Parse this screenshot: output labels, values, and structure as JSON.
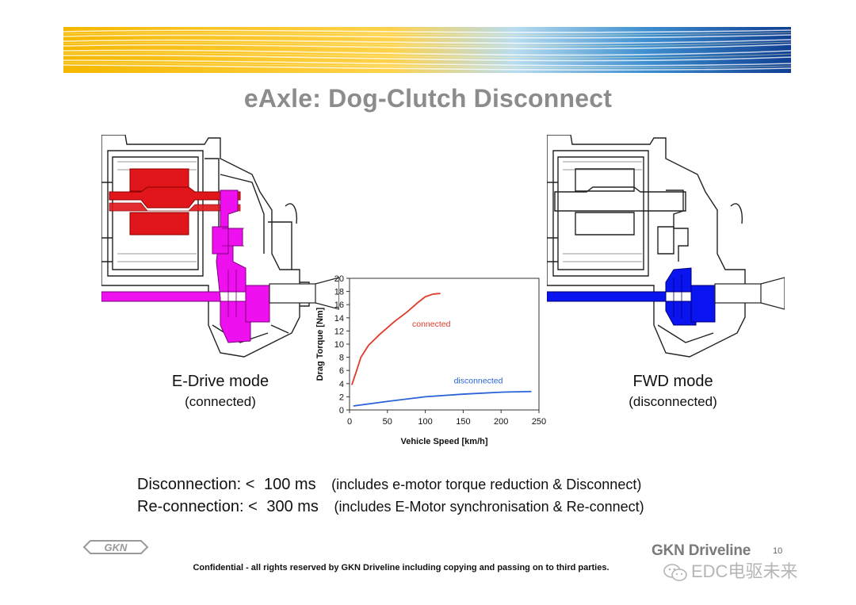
{
  "slide": {
    "title": "eAxle: Dog-Clutch Disconnect",
    "page_number": "10"
  },
  "left_panel": {
    "mode_title": "E-Drive mode",
    "mode_subtitle": "(connected)",
    "highlight_colors": {
      "motor": "#e0161a",
      "drivetrain": "#ee10ee"
    }
  },
  "right_panel": {
    "mode_title": "FWD mode",
    "mode_subtitle": "(disconnected)",
    "highlight_colors": {
      "drivetrain": "#0a14f0"
    }
  },
  "chart_data": {
    "type": "line",
    "xlabel": "Vehicle Speed [km/h]",
    "ylabel": "Drag Torque [Nm]",
    "xlim": [
      0,
      250
    ],
    "ylim": [
      0,
      20
    ],
    "xticks": [
      0,
      50,
      100,
      150,
      200,
      250
    ],
    "yticks": [
      0,
      2,
      4,
      6,
      8,
      10,
      12,
      14,
      16,
      18,
      20
    ],
    "grid": "horizontal",
    "series": [
      {
        "name": "connected",
        "color": "#e03a2a",
        "x": [
          3,
          8,
          15,
          25,
          40,
          60,
          75,
          90,
          100,
          110,
          120
        ],
        "y": [
          3.8,
          5.5,
          8.0,
          9.8,
          11.5,
          13.5,
          14.8,
          16.3,
          17.2,
          17.6,
          17.7
        ]
      },
      {
        "name": "disconnected",
        "color": "#2a62d8",
        "x": [
          5,
          50,
          100,
          150,
          200,
          240
        ],
        "y": [
          0.6,
          1.3,
          2.0,
          2.4,
          2.7,
          2.8
        ]
      }
    ]
  },
  "info": {
    "disconnection_label": "Disconnection: <",
    "disconnection_value": "100 ms",
    "disconnection_note": "(includes e-motor torque reduction & Disconnect)",
    "reconnection_label": "Re-connection: <",
    "reconnection_value": "300 ms",
    "reconnection_note": "(includes E-Motor synchronisation & Re-connect)"
  },
  "footer": {
    "confidential": "Confidential - all rights reserved by GKN Driveline including copying and passing on to third parties.",
    "brand_right": "GKN Driveline",
    "logo_left": "GKN"
  },
  "watermark": {
    "text": "EDC电驱未来",
    "icon": "wechat-icon"
  },
  "banner": {
    "colors": [
      "#f7c21a",
      "#ffe680",
      "#5ab6e6",
      "#1a4fa0"
    ]
  }
}
